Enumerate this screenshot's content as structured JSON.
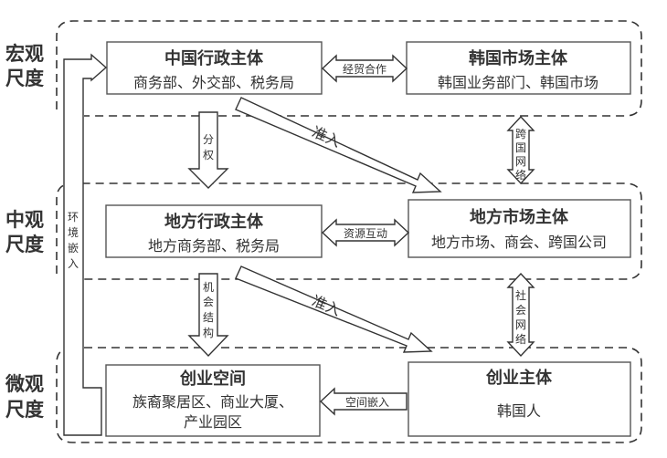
{
  "scales": {
    "macro": [
      "宏观",
      "尺度"
    ],
    "meso": [
      "中观",
      "尺度"
    ],
    "micro": [
      "微观",
      "尺度"
    ]
  },
  "boxes": {
    "china_admin": {
      "title": "中国行政主体",
      "sub": "商务部、外交部、税务局"
    },
    "korea_market": {
      "title": "韩国市场主体",
      "sub": "韩国业务部门、韩国市场"
    },
    "local_admin": {
      "title": "地方行政主体",
      "sub": "地方商务部、税务局"
    },
    "local_market": {
      "title": "地方市场主体",
      "sub": "地方市场、商会、跨国公司"
    },
    "startup_space": {
      "title": "创业空间",
      "sub1": "族裔聚居区、商业大厦、",
      "sub2": "产业园区"
    },
    "startup_subject": {
      "title": "创业主体",
      "sub": "韩国人"
    }
  },
  "arrows": {
    "trade": "经贸合作",
    "resource": "资源互动",
    "space_embed": "空间嵌入",
    "decentralize": [
      "分",
      "权"
    ],
    "opportunity": [
      "机",
      "会",
      "结",
      "构"
    ],
    "access_1": "准入",
    "access_2": "准入",
    "transnational": [
      "跨",
      "国",
      "网",
      "络"
    ],
    "social": [
      "社",
      "会",
      "网",
      "络"
    ],
    "environment": [
      "环",
      "境",
      "嵌",
      "入"
    ]
  }
}
